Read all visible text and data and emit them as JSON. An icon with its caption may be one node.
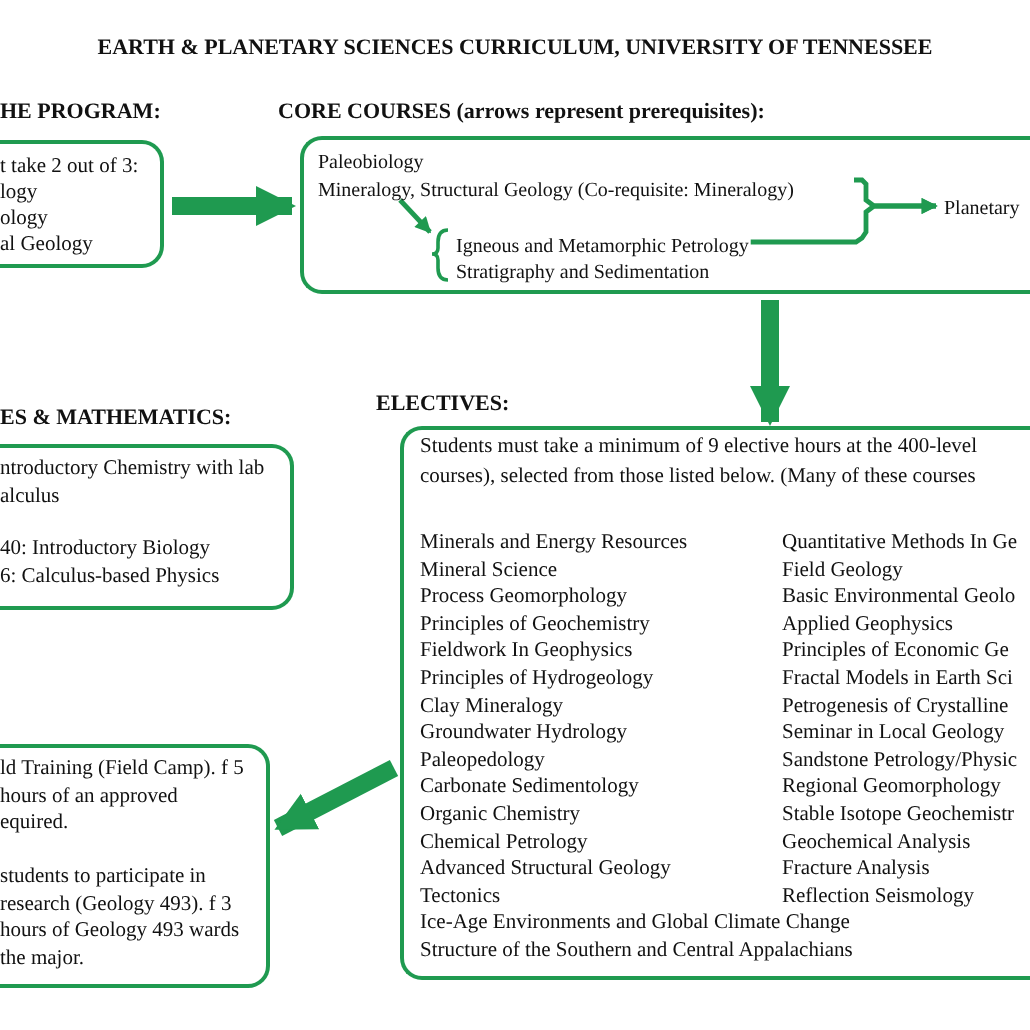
{
  "diagram": {
    "title": "EARTH & PLANETARY SCIENCES CURRICULUM, UNIVERSITY OF TENNESSEE",
    "nodes": [
      {
        "text": [
          "HE PROGRAM:",
          "t take 2 out of 3:",
          "logy",
          "ology",
          "al Geology"
        ]
      },
      {
        "text": [
          "CORE COURSES (arrows represent prerequisites):"
        ]
      },
      {
        "text": [
          "Paleobiology"
        ],
        "in": 1
      },
      {
        "text": [
          "Mineralogy, Structural Geology (Co-requisite: Mineralogy)"
        ],
        "in": 1
      },
      {
        "text": [
          "Igneous and Metamorphic Petrology",
          "Stratigraphy and Sedimentation"
        ],
        "in": 1
      },
      {
        "text": [
          "Planetary"
        ],
        "in": 1
      },
      {
        "text": [
          "ES & MATHEMATICS:",
          "ntroductory Chemistry with lab",
          "alculus",
          "40: Introductory Biology",
          "6: Calculus-based Physics"
        ]
      },
      {
        "text": [
          "ELECTIVES:",
          "Students must take a minimum of 9 elective hours at the 400-level courses), selected from those listed below.  (Many of these courses",
          "Minerals and Energy Resources",
          "Mineral Science",
          "Process Geomorphology",
          "Principles of Geochemistry",
          "Fieldwork In Geophysics",
          "Principles of Hydrogeology",
          "Clay Mineralogy",
          "Groundwater Hydrology",
          "Paleopedology",
          "Carbonate Sedimentology",
          "Organic Chemistry",
          "Chemical Petrology",
          "Advanced Structural Geology",
          "Tectonics",
          "Quantitative Methods In Ge",
          "Field Geology",
          "Basic Environmental Geolo",
          "Applied Geophysics",
          "Principles of Economic Ge",
          "Fractal Models in Earth Sci",
          "Petrogenesis of Crystalline",
          "Seminar in Local Geology",
          "Sandstone Petrology/Physic",
          "Regional Geomorphology",
          "Stable Isotope Geochemistr",
          "Geochemical Analysis",
          "Fracture Analysis",
          "Reflection Seismology",
          "Ice-Age Environments and Global Climate Change",
          "Structure of the Southern and Central Appalachians"
        ]
      },
      {
        "text": [
          "ld Training (Field Camp). f 5 hours of an approved equired.",
          "students to participate in research (Geology 493). f 3 hours of Geology 493 wards the major."
        ]
      }
    ],
    "edges": [
      {
        "from": 0,
        "to": 1,
        "arrow": "to",
        "style": "thick"
      },
      {
        "from": 3,
        "to": 4,
        "arrow": "to"
      },
      {
        "from": 3,
        "to": 5,
        "arrow": "to"
      },
      {
        "from": 4,
        "to": 5,
        "arrow": "to"
      },
      {
        "from": 1,
        "to": 7,
        "arrow": "to",
        "style": "thick"
      },
      {
        "from": 7,
        "to": 8,
        "arrow": "to",
        "style": "thick"
      }
    ]
  }
}
